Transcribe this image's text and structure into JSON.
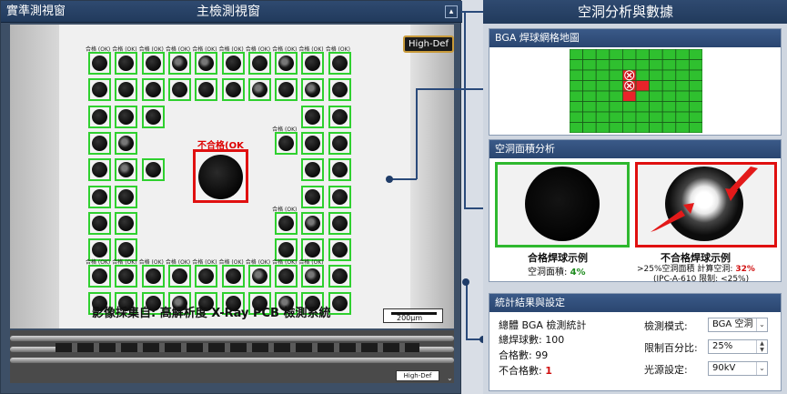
{
  "left_panel": {
    "title_left": "實準測視窗",
    "title_center": "主檢測視窗",
    "grid_label_ok": "合格 (OK)",
    "fail_label": "不合格(OK",
    "high_def_badge": "High-Def",
    "caption": "影像採集自: 高解析度 X-Ray PCB 檢測系統",
    "scale_bar": "200µm",
    "strip_badge": "High-Def"
  },
  "right_panel": {
    "title": "空洞分析與數據",
    "bga_map": {
      "heading": "BGA 焊球網格地圖",
      "rows": 8,
      "cols": 10,
      "red_cells": [
        [
          2,
          4
        ],
        [
          3,
          4
        ],
        [
          3,
          5
        ],
        [
          4,
          4
        ]
      ],
      "marked_cells": [
        [
          2,
          4
        ],
        [
          3,
          4
        ]
      ],
      "colors": {
        "ok": "#2fc02f",
        "fail": "#e8232a"
      }
    },
    "void_area": {
      "heading": "空洞面積分析",
      "ok_title": "合格焊球示例",
      "ok_area_label": "空洞面積: ",
      "ok_area_value": "4%",
      "ng_title": "不合格焊球示例",
      "ng_line1_prefix": ">25%空洞面積 計算空洞: ",
      "ng_line1_value": "32%",
      "ng_line2": "(IPC-A-610 限制: <25%)"
    },
    "stats": {
      "heading": "統計結果與設定",
      "subtitle": "總體 BGA 檢測統計",
      "total_label": "總焊球數: ",
      "total_value": "100",
      "pass_label": "合格數: ",
      "pass_value": "99",
      "fail_label": "不合格數: ",
      "fail_value": "1",
      "mode_label": "檢測模式:",
      "mode_value": "BGA 空洞",
      "limit_label": "限制百分比:",
      "limit_value": "25%",
      "light_label": "光源設定:",
      "light_value": "90kV"
    }
  }
}
